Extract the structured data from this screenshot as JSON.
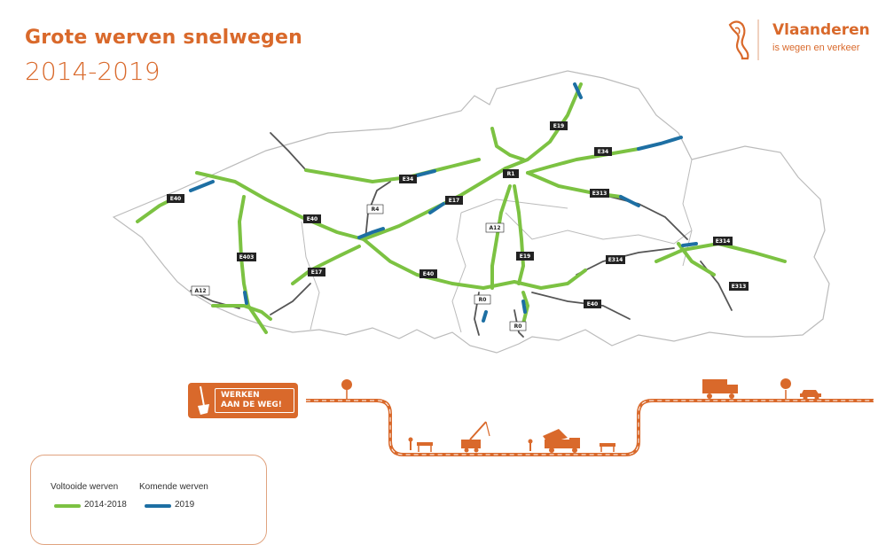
{
  "header": {
    "title": "Grote werven snelwegen",
    "subtitle": "2014-2019"
  },
  "logo": {
    "name": "Vlaanderen",
    "tagline": "is wegen en verkeer",
    "icon": "lion-icon"
  },
  "map": {
    "colors": {
      "completed": "#7cc242",
      "upcoming": "#1d6fa3",
      "road": "#555555",
      "border": "#bbbbbb",
      "accent": "#d9692b"
    },
    "road_labels": [
      {
        "id": "E40-west",
        "text": "E40"
      },
      {
        "id": "E403",
        "text": "E403"
      },
      {
        "id": "A12-left",
        "text": "A12"
      },
      {
        "id": "E17-west",
        "text": "E17"
      },
      {
        "id": "E40-mid",
        "text": "E40"
      },
      {
        "id": "R4",
        "text": "R4"
      },
      {
        "id": "E34-west",
        "text": "E34"
      },
      {
        "id": "E17-mid",
        "text": "E17"
      },
      {
        "id": "E40-center",
        "text": "E40"
      },
      {
        "id": "A12-center",
        "text": "A12"
      },
      {
        "id": "E19-south",
        "text": "E19"
      },
      {
        "id": "R0-left",
        "text": "R0"
      },
      {
        "id": "R0-bottom",
        "text": "R0"
      },
      {
        "id": "R1",
        "text": "R1"
      },
      {
        "id": "E19-north",
        "text": "E19"
      },
      {
        "id": "E34-east",
        "text": "E34"
      },
      {
        "id": "E313-mid",
        "text": "E313"
      },
      {
        "id": "E314",
        "text": "E314"
      },
      {
        "id": "E40-east",
        "text": "E40"
      },
      {
        "id": "E314-east",
        "text": "E314"
      },
      {
        "id": "E313-east",
        "text": "E313"
      }
    ]
  },
  "banner": {
    "sign_text": "WERKEN\nAAN DE WEG!"
  },
  "legend": {
    "completed_header": "Voltooide werven",
    "upcoming_header": "Komende werven",
    "completed_value": "2014-2018",
    "upcoming_value": "2019"
  }
}
